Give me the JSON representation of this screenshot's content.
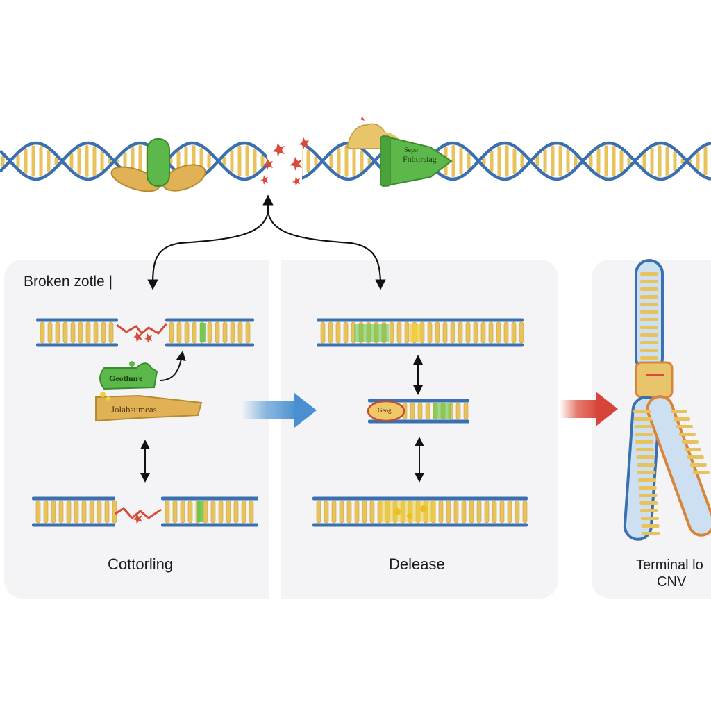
{
  "labels": {
    "broken_zone": "Broken zotle |",
    "left_caption": "Cottorling",
    "middle_caption": "Delease",
    "right_caption_line1": "Terminal lo",
    "right_caption_line2": "CNV"
  },
  "tags": {
    "top_protein_small": "Sepo",
    "top_protein_big": "Fnbtirsiag",
    "green_protein": "Geotlmre",
    "tan_protein": "Jolabsumeas",
    "middle_protein": "Geog"
  },
  "colors": {
    "backbone": "#3a6fb0",
    "rung": "#e8c25a",
    "break_red": "#d84a3a",
    "protein_green": "#5cb84a",
    "protein_tan": "#e0b255",
    "panel_bg": "#f4f4f6",
    "arrow_blue": "#6aa6d8",
    "arrow_red": "#e05a4a"
  }
}
